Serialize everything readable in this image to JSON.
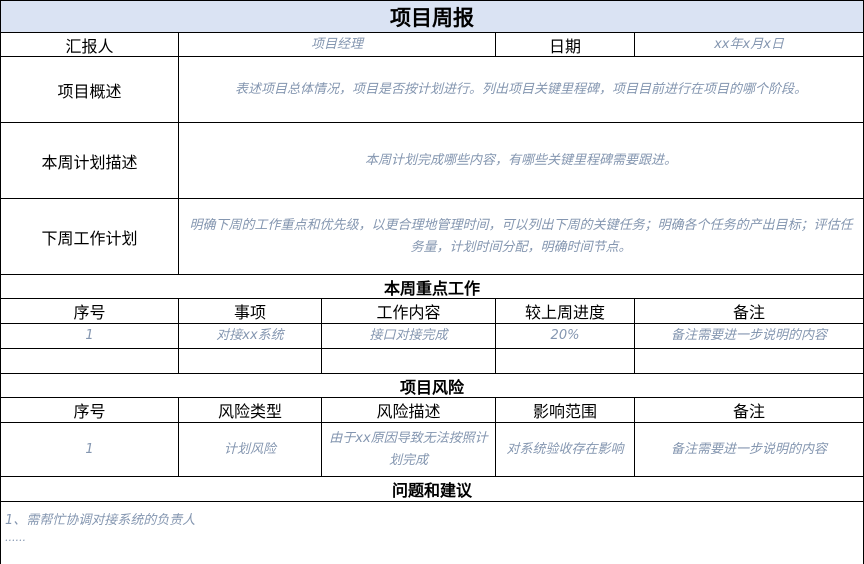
{
  "title": "项目周报",
  "reporter": {
    "label": "汇报人",
    "value": "项目经理"
  },
  "date": {
    "label": "日期",
    "value": "xx年x月x日"
  },
  "overview": {
    "label": "项目概述",
    "value": "表述项目总体情况，项目是否按计划进行。列出项目关键里程碑，项目目前进行在项目的哪个阶段。"
  },
  "this_week_plan": {
    "label": "本周计划描述",
    "value": "本周计划完成哪些内容，有哪些关键里程碑需要跟进。"
  },
  "next_week_plan": {
    "label": "下周工作计划",
    "value": "明确下周的工作重点和优先级，以更合理地管理时间，可以列出下周的关键任务；明确各个任务的产出目标；评估任务量，计划时间分配，明确时间节点。"
  },
  "key_work": {
    "heading": "本周重点工作",
    "columns": [
      "序号",
      "事项",
      "工作内容",
      "较上周进度",
      "备注"
    ],
    "rows": [
      [
        "1",
        "对接xx系统",
        "接口对接完成",
        "20%",
        "备注需要进一步说明的内容"
      ],
      [
        "",
        "",
        "",
        "",
        ""
      ]
    ]
  },
  "risks": {
    "heading": "项目风险",
    "columns": [
      "序号",
      "风险类型",
      "风险描述",
      "影响范围",
      "备注"
    ],
    "rows": [
      [
        "1",
        "计划风险",
        "由于xx原因导致无法按照计划完成",
        "对系统验收存在影响",
        "备注需要进一步说明的内容"
      ]
    ]
  },
  "issues": {
    "heading": "问题和建议",
    "lines": [
      "1、需帮忙协调对接系统的负责人",
      "......"
    ]
  }
}
